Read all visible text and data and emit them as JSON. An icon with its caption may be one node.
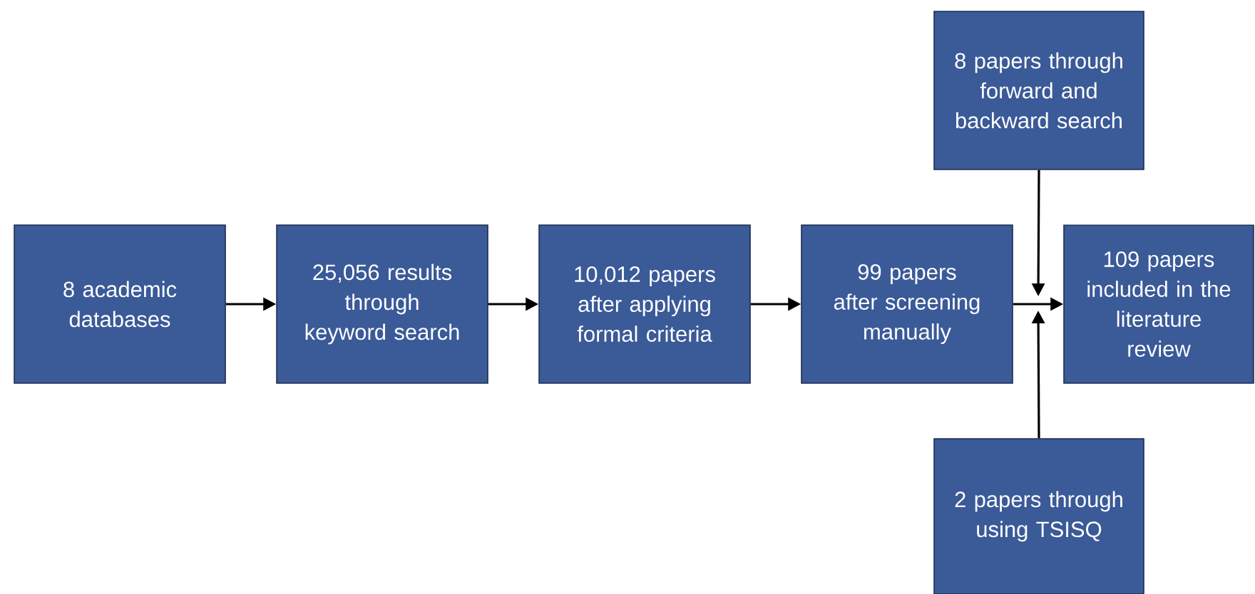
{
  "diagram": {
    "nodes": [
      {
        "text": [
          "8 academic databases"
        ]
      },
      {
        "text": [
          "25,056 results through keyword search"
        ]
      },
      {
        "text": [
          "10,012 papers after applying formal criteria"
        ]
      },
      {
        "text": [
          "99 papers after screening manually"
        ]
      },
      {
        "text": [
          "8 papers through forward and backward search"
        ]
      },
      {
        "text": [
          "109 papers included in the literature review"
        ]
      },
      {
        "text": [
          "2 papers through using TSISQ"
        ]
      }
    ],
    "edges": [
      {
        "from": 0,
        "to": 1,
        "arrow": "to"
      },
      {
        "from": 1,
        "to": 2,
        "arrow": "to"
      },
      {
        "from": 2,
        "to": 3,
        "arrow": "to"
      },
      {
        "from": 3,
        "to": 5,
        "arrow": "to"
      },
      {
        "from": 4,
        "to": null,
        "arrow": "to"
      },
      {
        "from": 6,
        "to": null,
        "arrow": "to"
      }
    ]
  }
}
